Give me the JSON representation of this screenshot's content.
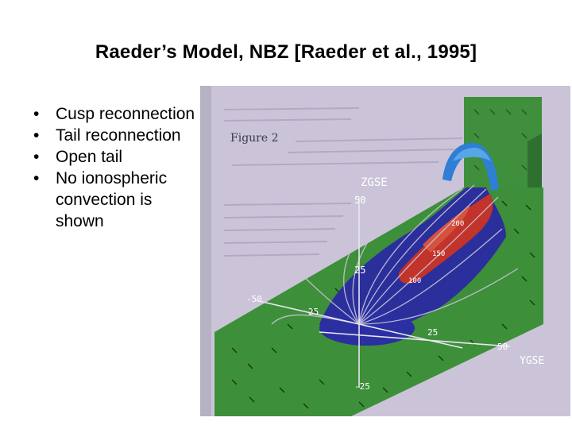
{
  "slide": {
    "title": "Raeder’s Model, NBZ [Raeder et al., 1995]",
    "bullets": [
      "Cusp reconnection",
      "Tail reconnection",
      "Open tail",
      "No ionospheric convection is shown"
    ]
  },
  "figure": {
    "caption": "Figure 2",
    "axis_labels": {
      "z_axis": "ZGSE",
      "y_axis": "YGSE"
    },
    "tick_labels": {
      "z_50": "50",
      "z_25": "25",
      "z_neg25": "-25",
      "x_neg50": "-50",
      "x_25": "25",
      "y_25": "25",
      "y_50": "50",
      "tail_100": "100",
      "tail_150": "150",
      "tail_200": "200"
    },
    "colors": {
      "background_paper": "#c9c2d6",
      "plane_green": "#3e8f3a",
      "plasma_blue": "#2a2f9e",
      "plasma_red": "#c2332a",
      "cusp_cyan": "#2f7fd6"
    }
  }
}
